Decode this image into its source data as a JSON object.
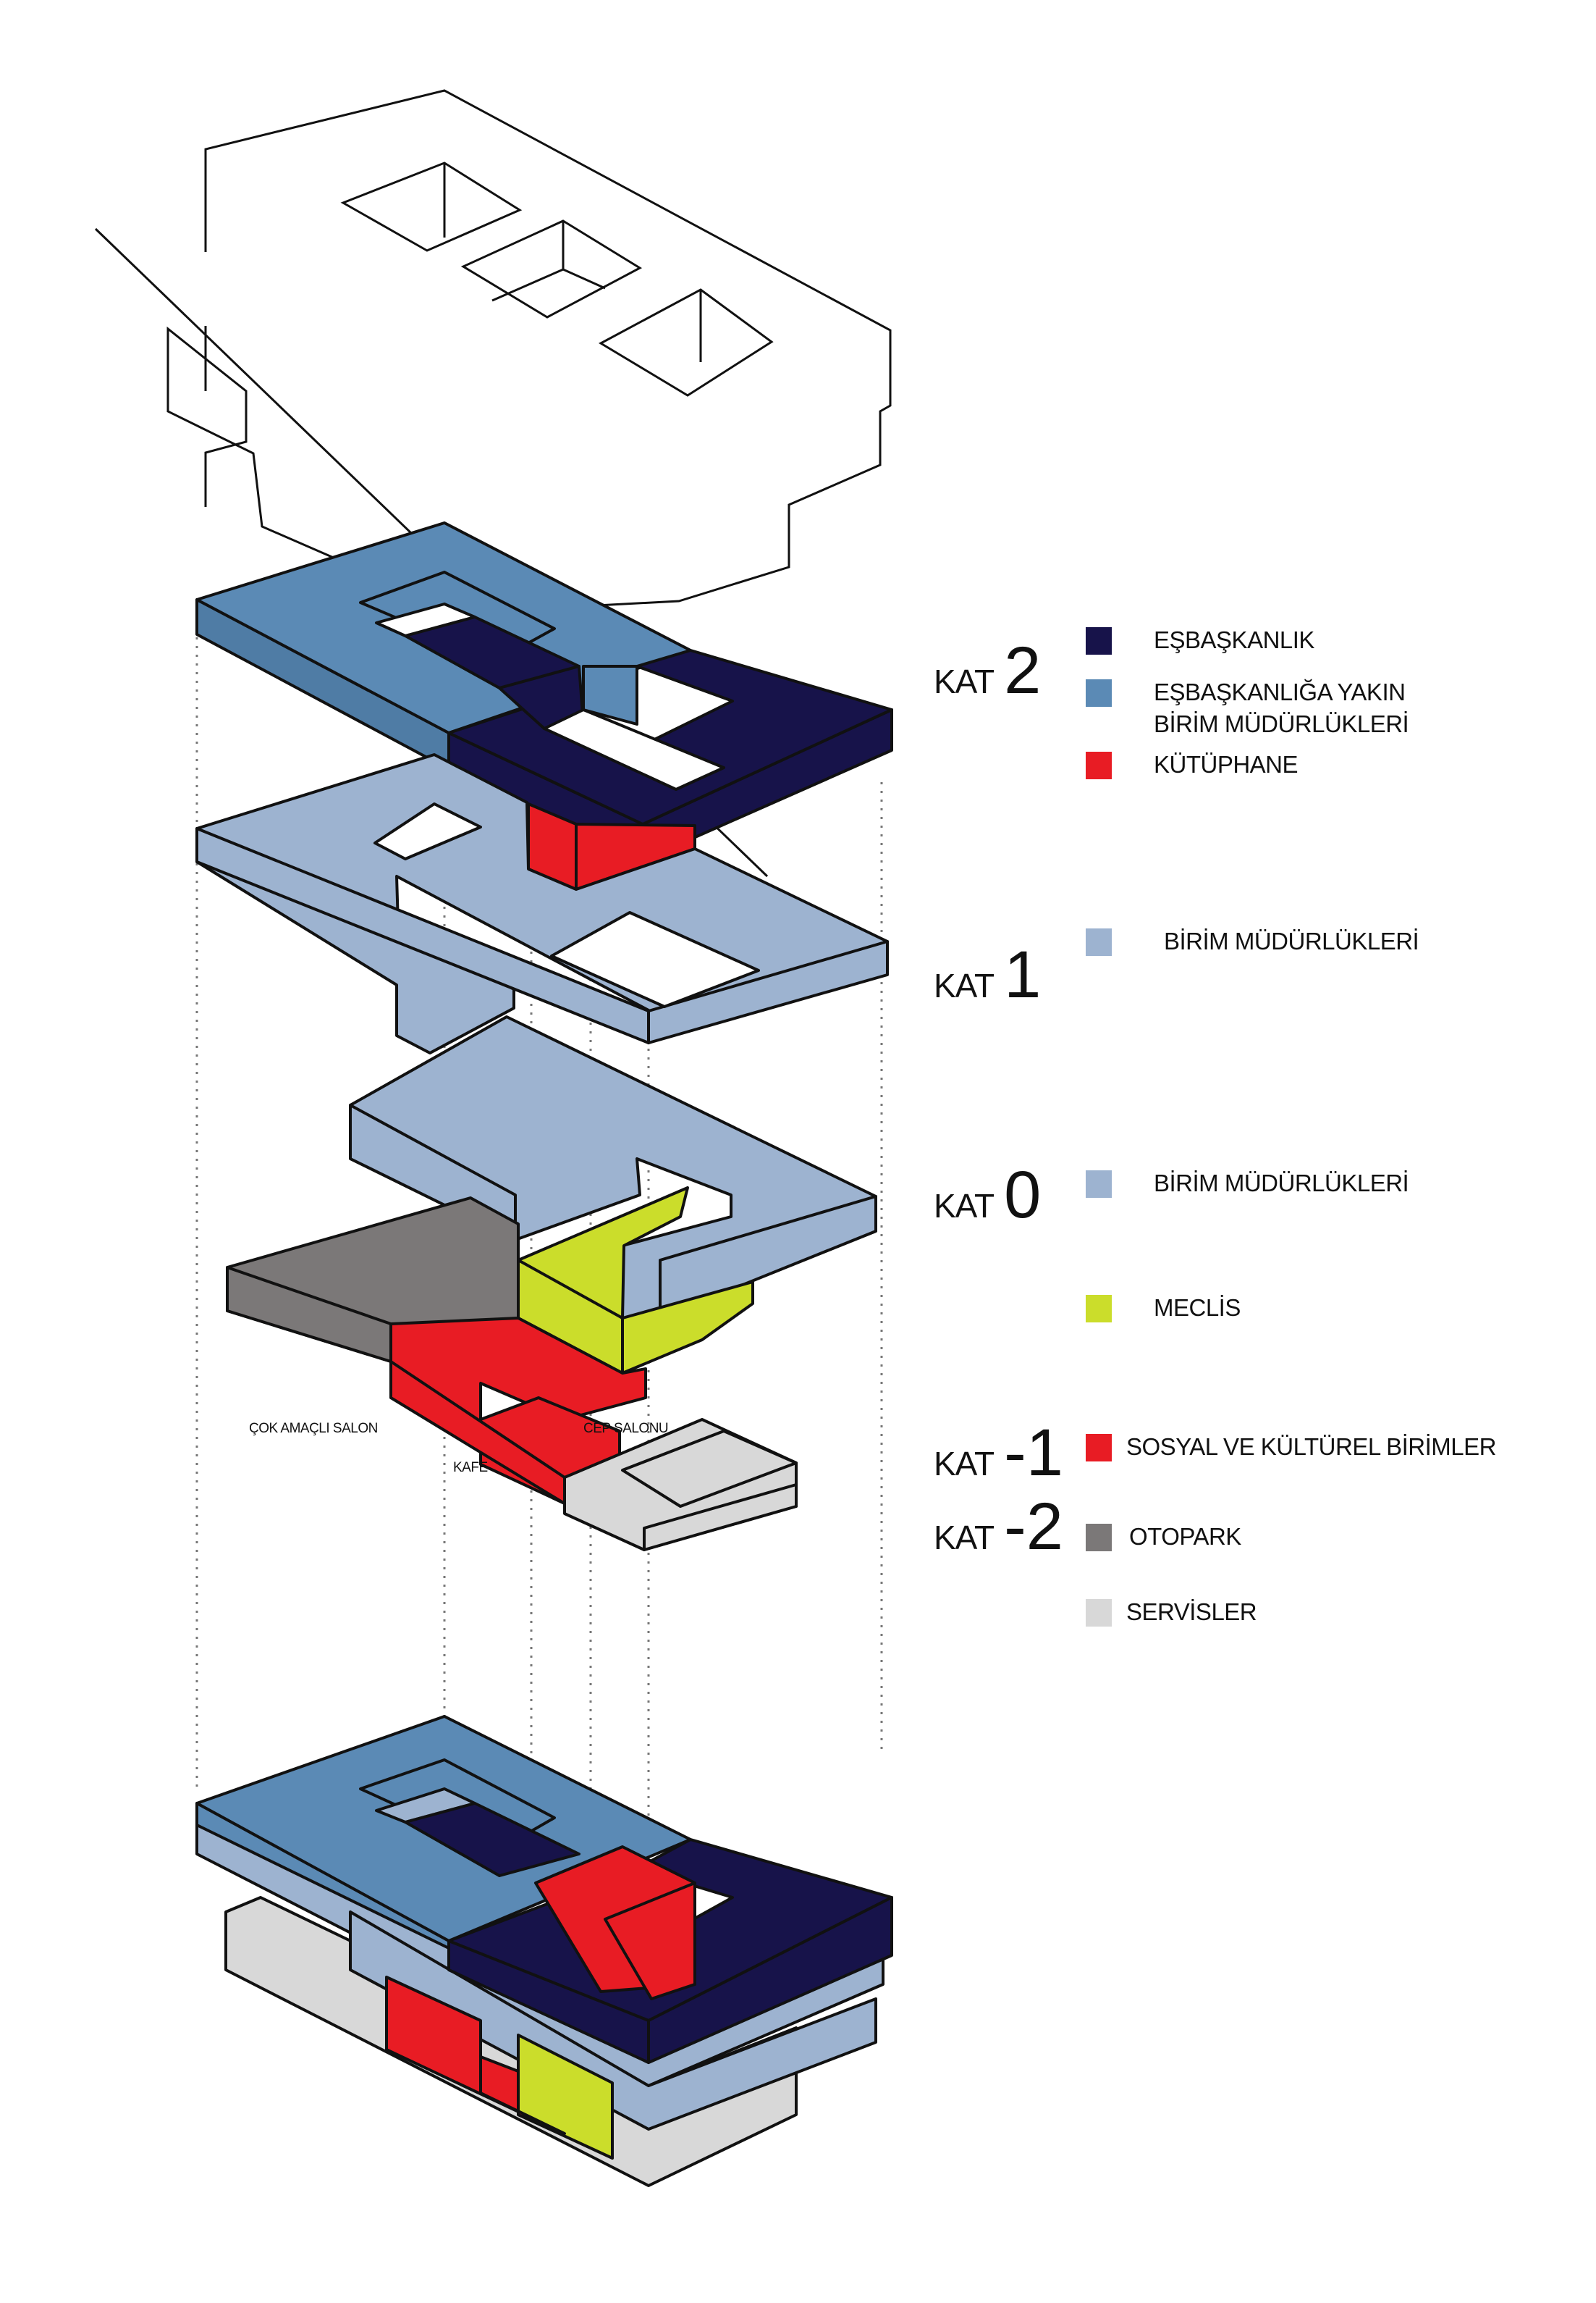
{
  "colors": {
    "navy": "#17134a",
    "steel_blue": "#5b8ab5",
    "light_blue": "#9db3d0",
    "red": "#e81c24",
    "lime": "#cbdd2b",
    "dark_gray": "#7b7878",
    "light_gray": "#d8d8d8"
  },
  "floors": [
    {
      "prefix": "KAT",
      "number": "2"
    },
    {
      "prefix": "KAT",
      "number": "1"
    },
    {
      "prefix": "KAT",
      "number": "0"
    },
    {
      "prefix": "KAT",
      "number": "-1"
    },
    {
      "prefix": "KAT",
      "number": "-2"
    }
  ],
  "legend": [
    {
      "label": "EŞBAŞKANLIK",
      "color": "#17134a"
    },
    {
      "label": "EŞBAŞKANLIĞA YAKIN\nBİRİM MÜDÜRLÜKLERİ",
      "color": "#5b8ab5"
    },
    {
      "label": "KÜTÜPHANE",
      "color": "#e81c24"
    },
    {
      "label": "BİRİM MÜDÜRLÜKLERİ",
      "color": "#9db3d0"
    },
    {
      "label": "BİRİM MÜDÜRLÜKLERİ",
      "color": "#9db3d0"
    },
    {
      "label": "MECLİS",
      "color": "#cbdd2b"
    },
    {
      "label": "SOSYAL VE KÜLTÜREL BİRİMLER",
      "color": "#e81c24"
    },
    {
      "label": "OTOPARK",
      "color": "#7b7878"
    },
    {
      "label": "SERVİSLER",
      "color": "#d8d8d8"
    }
  ],
  "annotations": {
    "multipurpose_hall": "ÇOK AMAÇLI SALON",
    "cafe": "KAFE",
    "pocket_hall": "CEP SALONU"
  }
}
